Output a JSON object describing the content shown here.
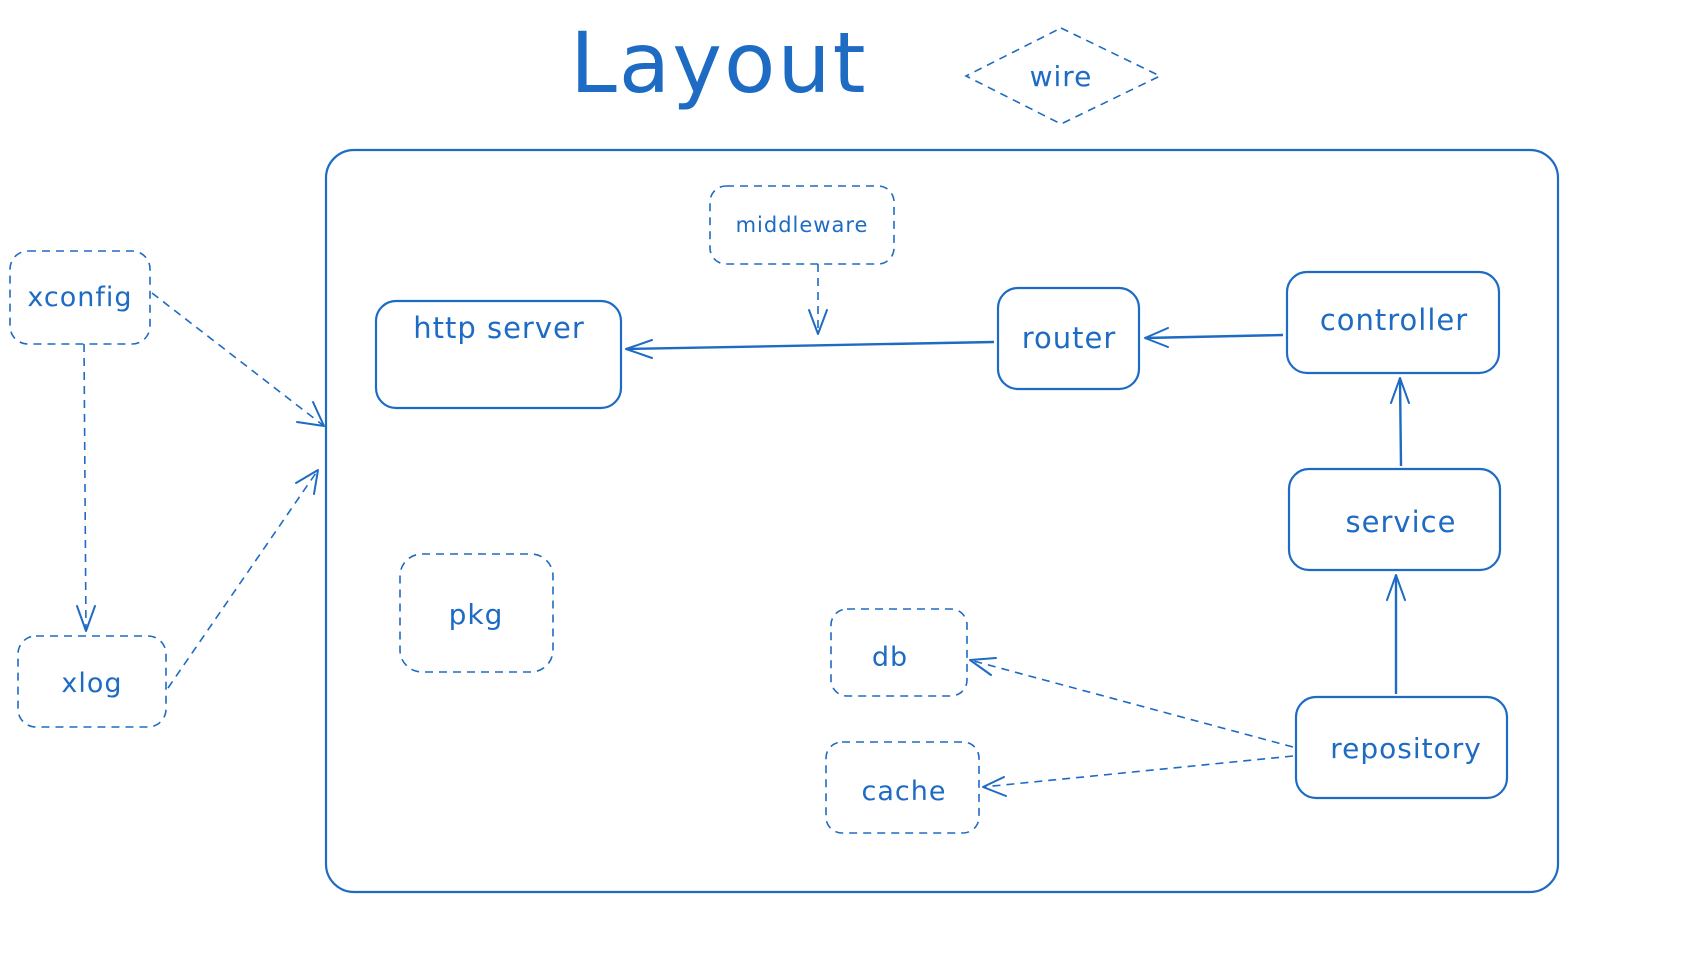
{
  "colors": {
    "stroke": "#1e6bc4",
    "background": "#ffffff"
  },
  "title": "Layout",
  "wire": "wire",
  "external": {
    "xconfig": "xconfig",
    "xlog": "xlog"
  },
  "nodes": {
    "middleware": "middleware",
    "http_server": "http server",
    "router": "router",
    "controller": "controller",
    "service": "service",
    "repository": "repository",
    "pkg": "pkg",
    "db": "db",
    "cache": "cache"
  }
}
